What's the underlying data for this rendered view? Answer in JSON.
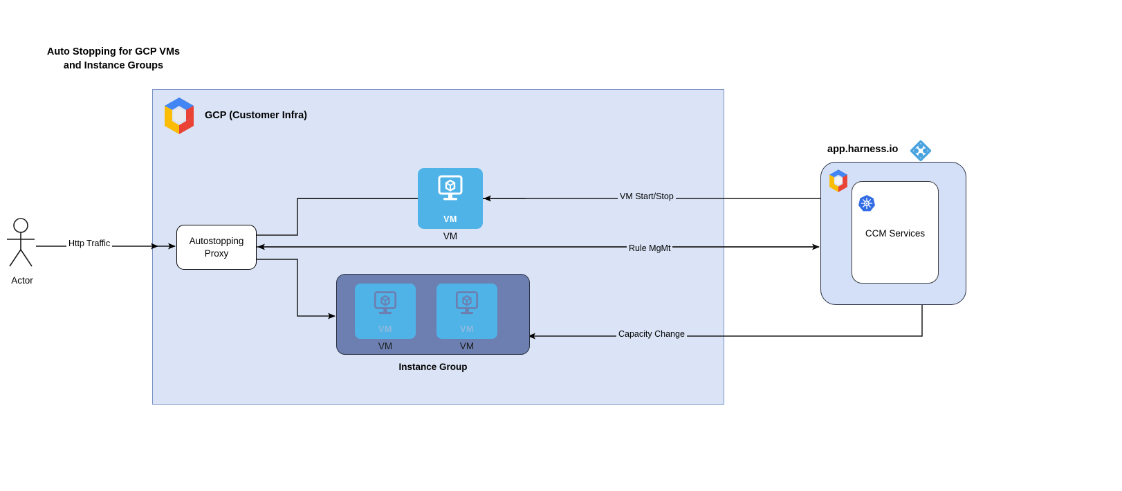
{
  "title": "Auto Stopping for GCP VMs\nand Instance Groups",
  "actor": {
    "label": "Actor",
    "icon": "actor-stick-figure-icon"
  },
  "gcp": {
    "label": "GCP (Customer Infra)",
    "logo_icon": "gcp-hexagon-logo-icon",
    "colors": {
      "fill": "#dae4f6",
      "border": "#7790c4"
    }
  },
  "proxy": {
    "label": "Autostopping\nProxy"
  },
  "vm_node": {
    "tile_text": "VM",
    "caption": "VM",
    "icon": "vm-monitor-cube-icon",
    "color": "#4fb3e8"
  },
  "instance_group": {
    "label": "Instance Group",
    "container_color": "#6c7fb0",
    "vms": [
      {
        "tile_text": "VM",
        "caption": "VM",
        "icon": "vm-monitor-cube-icon"
      },
      {
        "tile_text": "VM",
        "caption": "VM",
        "icon": "vm-monitor-cube-icon"
      }
    ]
  },
  "harness": {
    "label": "app.harness.io",
    "logo_icon": "harness-diamond-logo-icon",
    "gcp_logo_icon": "gcp-hexagon-logo-icon",
    "panel_color": "#d3e0f7",
    "ccm": {
      "label": "CCM Services",
      "icon": "kubernetes-helm-wheel-icon"
    }
  },
  "edges": [
    {
      "label": "Http Traffic",
      "from": "actor",
      "to": "autostopping-proxy"
    },
    {
      "label": "VM Start/Stop",
      "from": "ccm-services",
      "to": "vm"
    },
    {
      "label": "Rule MgMt",
      "from": "autostopping-proxy",
      "to": "ccm-services"
    },
    {
      "label": "Capacity Change",
      "from": "ccm-services",
      "to": "instance-group"
    }
  ]
}
